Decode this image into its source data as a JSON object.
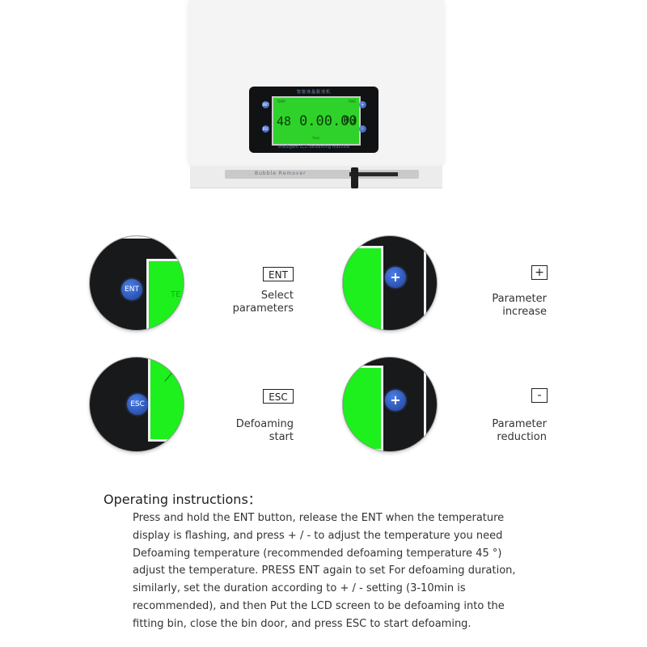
{
  "product": {
    "panel_title": "智能液晶脱泡机",
    "panel_subtitle": "Intelligent LCD defoaming machine",
    "lcd": {
      "label_left": "TEMP",
      "label_right": "TIME",
      "temperature": "48",
      "time_main": "0.00.00",
      "time_seconds": "00",
      "unit": "Ssec"
    },
    "tray_label": "Bubble Remover",
    "buttons": {
      "tl": "ENT",
      "bl": "ESC",
      "tr": "+",
      "br": "-"
    }
  },
  "zoom_buttons": {
    "ent": "ENT",
    "esc": "ESC",
    "plus_top": "+",
    "plus_bottom": "+"
  },
  "zoom_ghost_text": "TE",
  "keys": [
    {
      "label": "ENT",
      "description": "Select\nparameters"
    },
    {
      "label": "+",
      "description": "Parameter\nincrease"
    },
    {
      "label": "ESC",
      "description": "Defoaming\nstart"
    },
    {
      "label": "-",
      "description": "Parameter\nreduction"
    }
  ],
  "instructions": {
    "heading": "Operating instructions：",
    "body": "Press and hold the ENT button, release the ENT when the temperature display is flashing, and press + / - to adjust the temperature you need Defoaming temperature (recommended defoaming temperature 45 °) adjust the temperature. PRESS ENT again to set For defoaming duration, similarly, set the duration according to + / - setting (3-10min is recommended), and then Put the LCD screen to be defoaming into the fitting bin, close the bin door, and press ESC to start defoaming."
  },
  "colors": {
    "lcd_green": "#2fd22a",
    "button_blue": "#2e4fae",
    "panel_black": "#111213"
  }
}
